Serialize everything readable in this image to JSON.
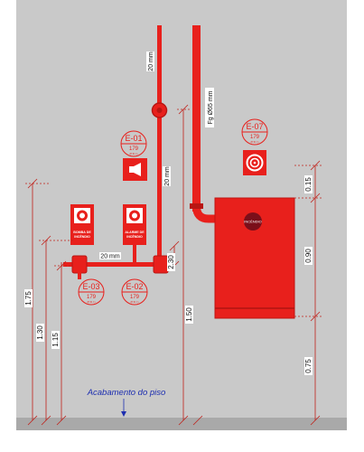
{
  "pipes": {
    "vertical_small": "20 mm",
    "vertical_small_lower": "20 mm",
    "horizontal_small": "20 mm",
    "main_pipe": "Fg Ø65 mm"
  },
  "tags": {
    "e01": {
      "code": "E-01",
      "number": "179",
      "sub": "(P.D.I.)"
    },
    "e02": {
      "code": "E-02",
      "number": "179",
      "sub": "(P.D.I.)"
    },
    "e03": {
      "code": "E-03",
      "number": "179",
      "sub": "(P.D.I.)"
    },
    "e07": {
      "code": "E-07",
      "number": "179",
      "sub": "(P.D.I.)"
    }
  },
  "devices": {
    "pump_button_label_1": "BOMBA DE",
    "pump_button_label_2": "INCÊNDIO",
    "alarm_button_label_1": "ALARME DE",
    "alarm_button_label_2": "INCÊNDIO",
    "cabinet_label": "INCÊNDIO"
  },
  "dimensions": {
    "h175": "1.75",
    "h130": "1.30",
    "h115": "1.15",
    "h150": "1.50",
    "h230": "2.30",
    "h015": "0.15",
    "h090": "0.90",
    "h075": "0.75"
  },
  "floor": {
    "label": "Acabamento do piso"
  },
  "colors": {
    "red": "#e8201c",
    "wall": "#c9c9c9",
    "floor": "#a9a9a9",
    "dim": "#c0201a",
    "floor_text": "#1e2fb0"
  }
}
